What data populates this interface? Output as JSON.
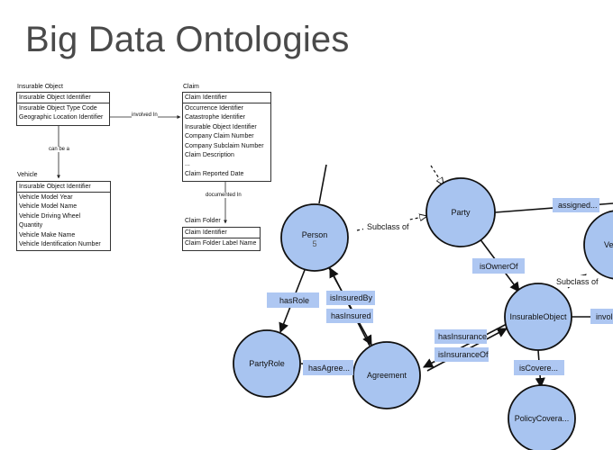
{
  "slide": {
    "title": "Big Data Ontologies"
  },
  "er": {
    "insurable_object": {
      "title": "Insurable Object",
      "pk": "Insurable Object Identifier",
      "attrs": [
        "Insurable Object Type Code",
        "Geographic Location Identifier"
      ]
    },
    "claim": {
      "title": "Claim",
      "pk": "Claim Identifier",
      "attrs": [
        "Occurrence Identifier",
        "Catastrophe Identifier",
        "Insurable Object Identifier",
        "Company Claim Number",
        "Company Subclaim Number",
        "Claim Description",
        "...",
        "Claim Reported Date"
      ]
    },
    "vehicle": {
      "title": "Vehicle",
      "pk": "Insurable Object Identifier",
      "attrs": [
        "Vehicle Model Year",
        "Vehicle Model Name",
        "Vehicle Driving Wheel",
        "Quantity",
        "Vehicle Make Name",
        "Vehicle Identification Number"
      ]
    },
    "claim_folder": {
      "title": "Claim Folder",
      "pk": "Claim Identifier",
      "attrs": [
        "Claim Folder Label Name"
      ]
    },
    "relations": {
      "involved_in": "involved In",
      "can_be_a": "can be a",
      "documented_in": "documented In"
    }
  },
  "graph": {
    "nodes": {
      "person": "Person",
      "person_count": "5",
      "party": "Party",
      "vehicle_partial": "Vehi",
      "insurable_object": "InsurableObject",
      "party_role": "PartyRole",
      "agreement": "Agreement",
      "policy_coverage": "PolicyCovera..."
    },
    "edges": {
      "subclass_of_1": "Subclass of",
      "subclass_of_2": "Subclass of",
      "assigned": "assigned...",
      "is_owner_of": "isOwnerOf",
      "has_role": "hasRole",
      "is_insured_by": "isInsuredBy",
      "has_insured": "hasInsured",
      "has_insurance": "hasInsurance",
      "is_insurance_of": "isInsuranceOf",
      "involved_partial": "invol",
      "has_agree": "hasAgree...",
      "is_covere": "isCovere..."
    }
  },
  "colors": {
    "node_fill": "#a8c4f0",
    "edge_label_fill": "#aec7f2",
    "title_color": "#4a4a4a"
  }
}
